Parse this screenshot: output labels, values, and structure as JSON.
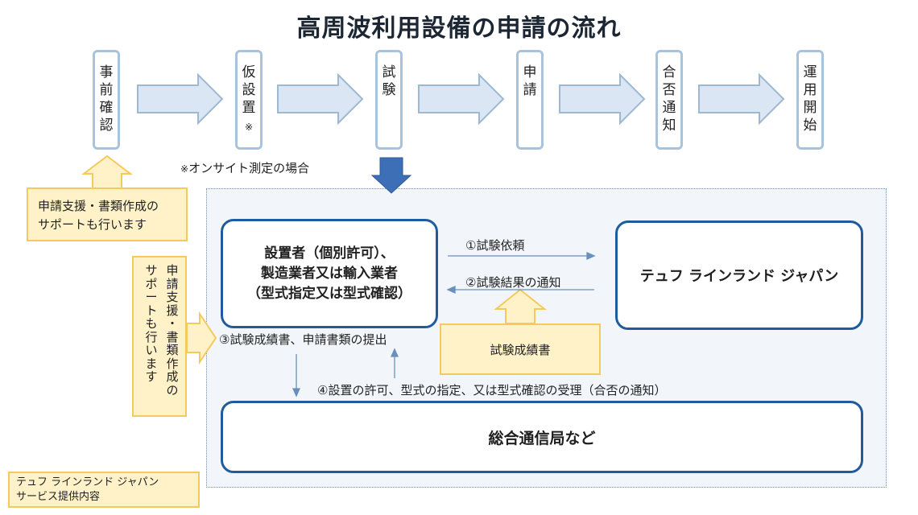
{
  "title": "高周波利用設備の申請の流れ",
  "steps": [
    {
      "label": "事\n前\n確\n認"
    },
    {
      "label": "仮\n設\n置",
      "note": "※"
    },
    {
      "label": "試\n験"
    },
    {
      "label": "申\n請"
    },
    {
      "label": "合\n否\n通\n知"
    },
    {
      "label": "運\n用\n開\n始"
    }
  ],
  "footnote_mark": "※",
  "footnote_text": "オンサイト測定の場合",
  "support_top": {
    "line1": "申請支援・書類作成の",
    "line2": "サポートも行います"
  },
  "support_side": "申\n請\n支\n援\n・\n書\n類\n作\n成\nの",
  "support_side_col2": "サ\nポ\nー\nト\nも\n行\nい\nま\nす",
  "applicant": {
    "line1": "設置者（個別許可）、",
    "line2": "製造業者又は輸入業者",
    "line3": "（型式指定又は型式確認）"
  },
  "lab": "テュフ ラインランド ジャパン",
  "bureau": "総合通信局など",
  "flows": {
    "f1": "①試験依頼",
    "f2": "②試験結果の通知",
    "f3": "③試験成績書、申請書類の提出",
    "f4": "④設置の許可、型式の指定、又は型式確認の受理（合否の通知）"
  },
  "report_box": "試験成績書",
  "legend": {
    "line1": "テュフ ラインランド ジャパン",
    "line2": "サービス提供内容"
  },
  "colors": {
    "step_border": "#a9c3dc",
    "arrow_fill": "#dae6f3",
    "arrow_stroke": "#9db8d3",
    "dark_arrow": "#3d6fb6",
    "box_border": "#1f5c9e",
    "yellow_fill": "#fff2c9",
    "yellow_border": "#f4c95d"
  }
}
